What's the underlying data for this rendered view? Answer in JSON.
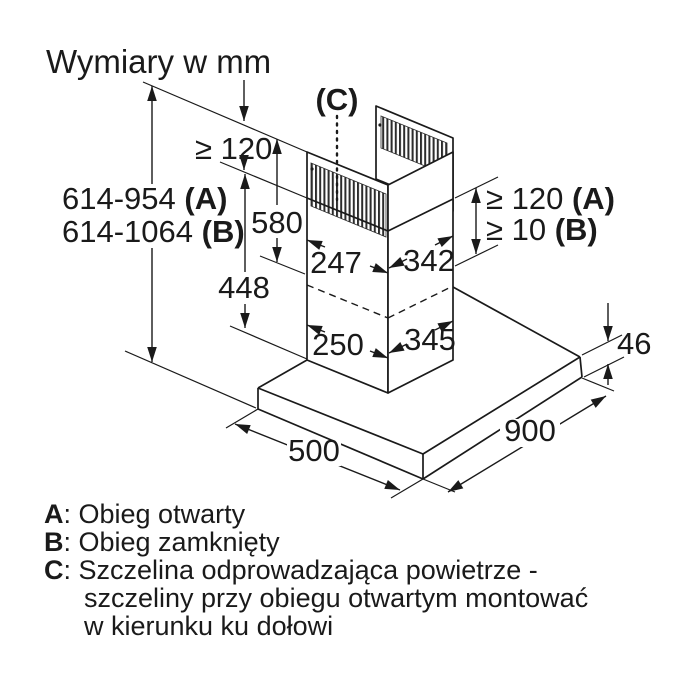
{
  "colors": {
    "ink": "#1a1a1a",
    "background": "#ffffff"
  },
  "title": "Wymiary w mm",
  "dims": {
    "vent": "(C)",
    "ceiling_gap": "≥ 120",
    "height_a": "614-954",
    "height_a_key": " (A)",
    "height_b": "614-1064",
    "height_b_key": " (B)",
    "upper_section": "580",
    "lower_section": "448",
    "top_width_left": "247",
    "top_width_right": "342",
    "bottom_width_left": "250",
    "bottom_width_right": "345",
    "wall_gap_a": "≥ 120",
    "wall_gap_a_key": " (A)",
    "wall_gap_b": "≥ 10",
    "wall_gap_b_key": " (B)",
    "thickness": "46",
    "depth": "500",
    "width": "900"
  },
  "legend": {
    "a_key": "A",
    "a_text": ": Obieg otwarty",
    "b_key": "B",
    "b_text": ": Obieg zamknięty",
    "c_key": "C",
    "c_text": ": Szczelina odprowadzająca powietrze -",
    "c_line2": "szczeliny przy obiegu otwartym montować",
    "c_line3": "w kierunku ku dołowi"
  }
}
